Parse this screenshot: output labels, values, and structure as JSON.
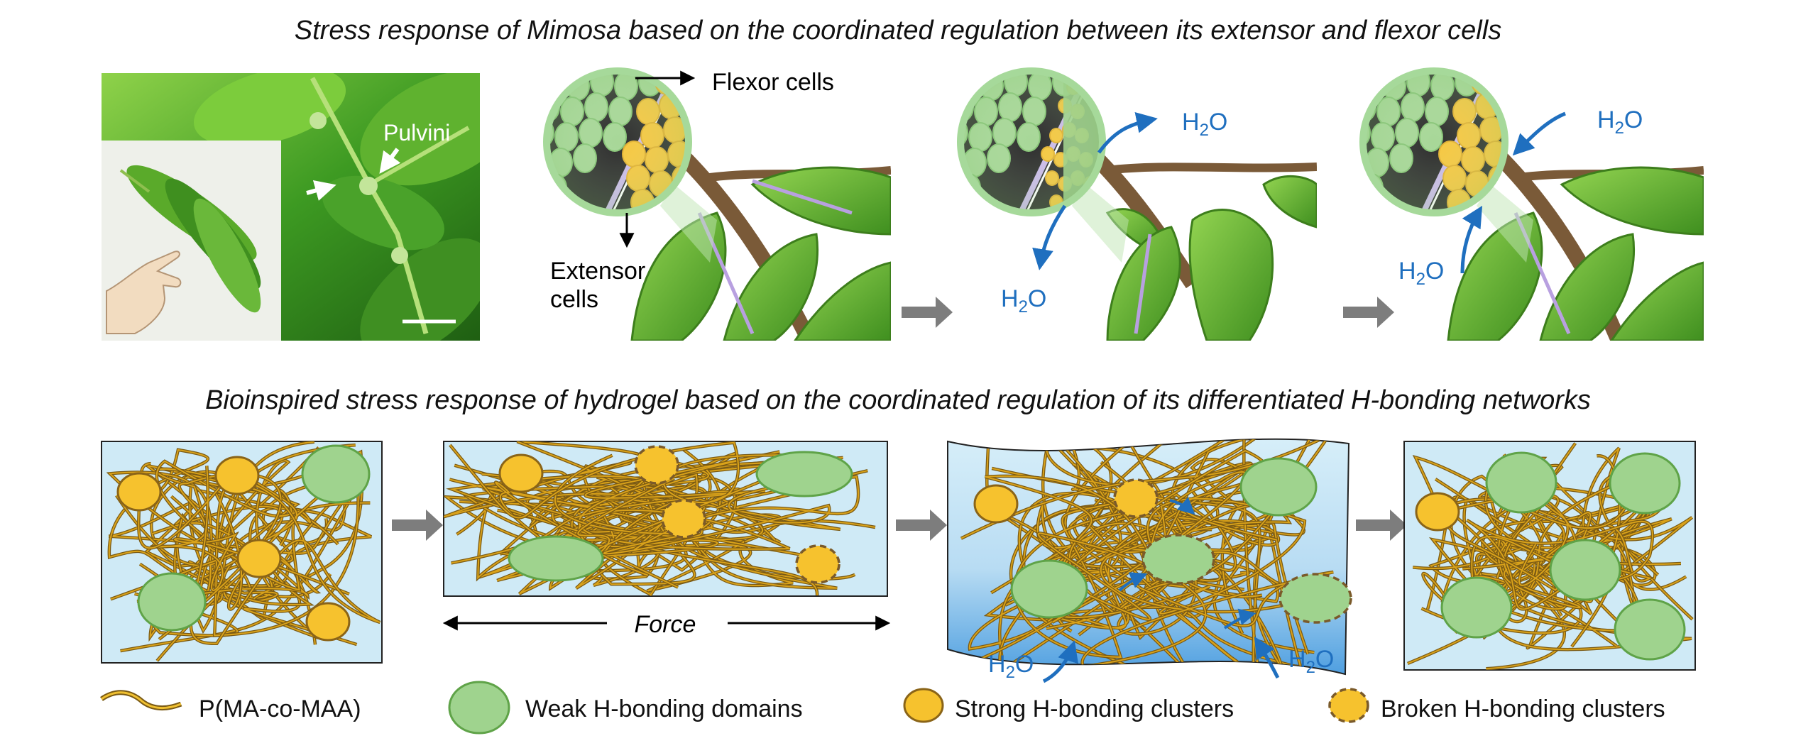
{
  "titles": {
    "top": "Stress response of Mimosa based on the coordinated regulation between its extensor and flexor cells",
    "bottom": "Bioinspired stress response of hydrogel based on the coordinated regulation of its differentiated H-bonding networks"
  },
  "mimosa": {
    "pulvini_label": "Pulvini",
    "flexor_label": "Flexor cells",
    "extensor_label_line1": "Extensor",
    "extensor_label_line2": "cells",
    "water": "H",
    "water_sub": "2",
    "water_tail": "O"
  },
  "hydrogel": {
    "force_label": "Force"
  },
  "legend": {
    "chain": "P(MA-co-MAA)",
    "weak": "Weak H-bonding domains",
    "strong": "Strong H-bonding clusters",
    "broken": "Broken H-bonding clusters"
  },
  "colors": {
    "chain_fill": "#d9a21a",
    "chain_edge": "#7a5a14",
    "gel_bg": "#cfeaf6",
    "weak_fill": "#9fd38e",
    "weak_edge": "#5fa348",
    "strong_fill": "#f6c22e",
    "strong_edge": "#8a6418",
    "water_blue": "#1f6fbf",
    "leaf_green": "#6fbd3d",
    "arrow_gray": "#7d7d7d"
  }
}
